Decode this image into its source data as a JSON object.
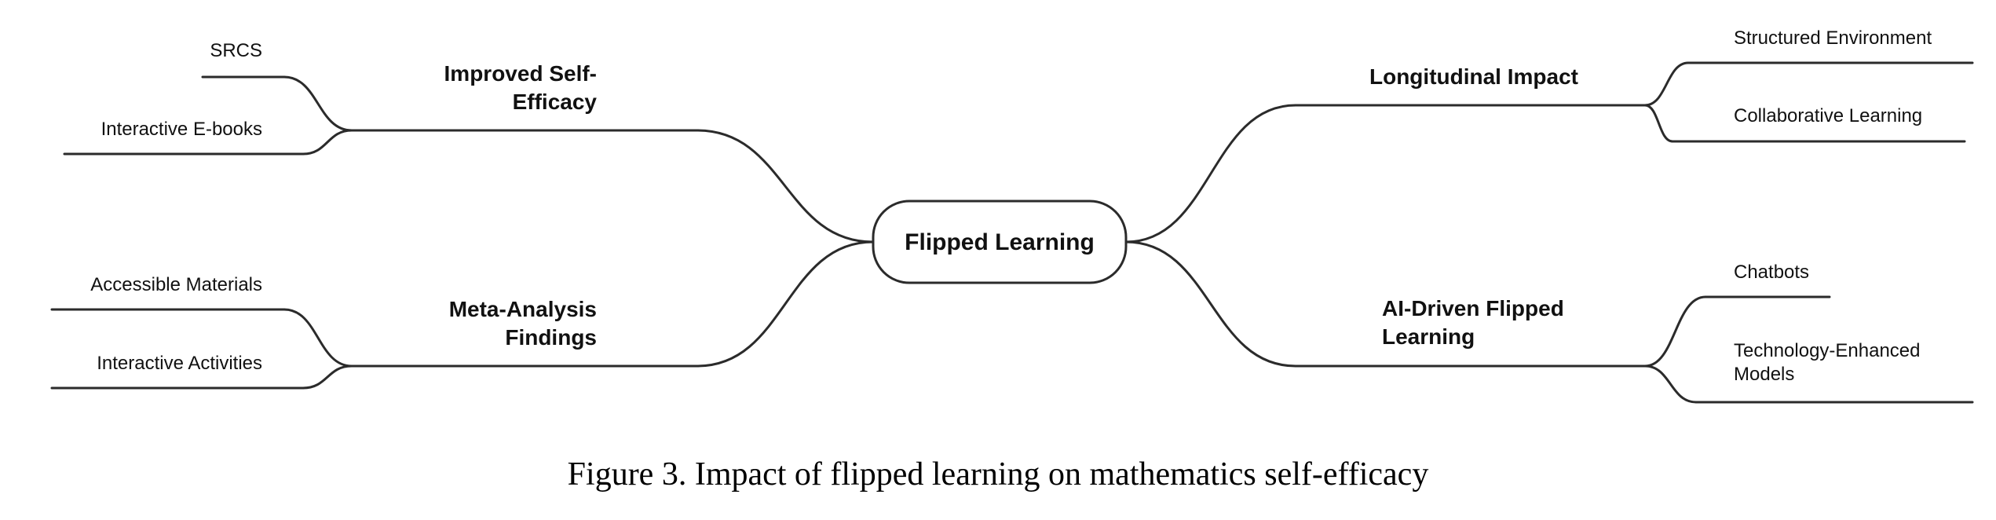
{
  "diagram": {
    "central": "Flipped Learning",
    "branches": [
      {
        "lines": [
          "Improved Self-",
          "Efficacy"
        ],
        "leaves": [
          {
            "lines": [
              "SRCS"
            ]
          },
          {
            "lines": [
              "Interactive E-books"
            ]
          }
        ]
      },
      {
        "lines": [
          "Meta-Analysis",
          "Findings"
        ],
        "leaves": [
          {
            "lines": [
              "Accessible Materials"
            ]
          },
          {
            "lines": [
              "Interactive Activities"
            ]
          }
        ]
      },
      {
        "lines": [
          "Longitudinal Impact"
        ],
        "leaves": [
          {
            "lines": [
              "Structured Environment"
            ]
          },
          {
            "lines": [
              "Collaborative Learning"
            ]
          }
        ]
      },
      {
        "lines": [
          "AI-Driven Flipped",
          "Learning"
        ],
        "leaves": [
          {
            "lines": [
              "Chatbots"
            ]
          },
          {
            "lines": [
              "Technology-Enhanced",
              "Models"
            ]
          }
        ]
      }
    ]
  },
  "caption": "Figure 3. Impact of flipped learning on mathematics self-efficacy"
}
